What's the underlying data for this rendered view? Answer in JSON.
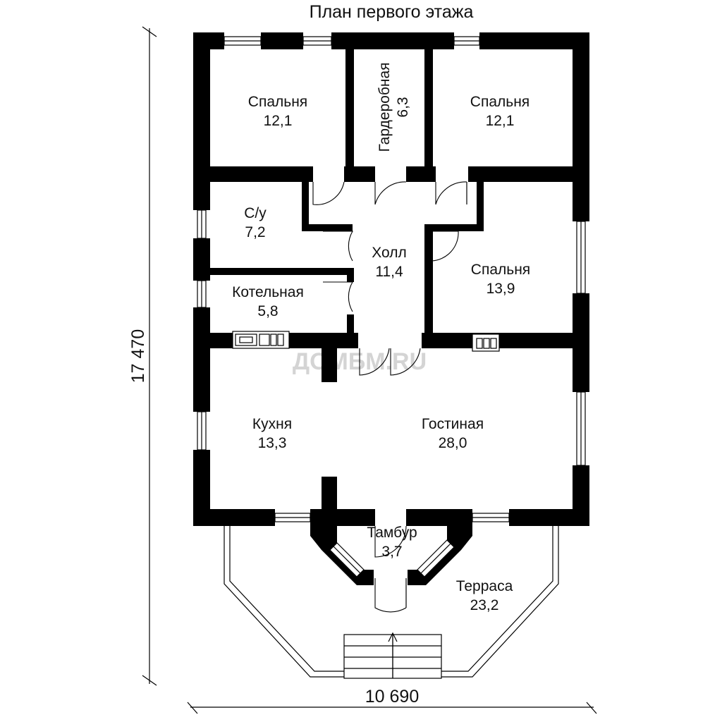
{
  "title": "План первого этажа",
  "watermark": "ДОМБМ.RU",
  "dimensions": {
    "height": "17 470",
    "width": "10 690"
  },
  "rooms": {
    "bedroom_nw": {
      "name": "Спальня",
      "area": "12,1"
    },
    "wardrobe": {
      "name": "Гардеробная",
      "area": "6,3"
    },
    "bedroom_ne": {
      "name": "Спальня",
      "area": "12,1"
    },
    "bathroom": {
      "name": "С/у",
      "area": "7,2"
    },
    "hall": {
      "name": "Холл",
      "area": "11,4"
    },
    "bedroom_e": {
      "name": "Спальня",
      "area": "13,9"
    },
    "boiler_room": {
      "name": "Котельная",
      "area": "5,8"
    },
    "kitchen": {
      "name": "Кухня",
      "area": "13,3"
    },
    "living_room": {
      "name": "Гостиная",
      "area": "28,0"
    },
    "vestibule": {
      "name": "Тамбур",
      "area": "3,7"
    },
    "terrace": {
      "name": "Терраса",
      "area": "23,2"
    }
  }
}
